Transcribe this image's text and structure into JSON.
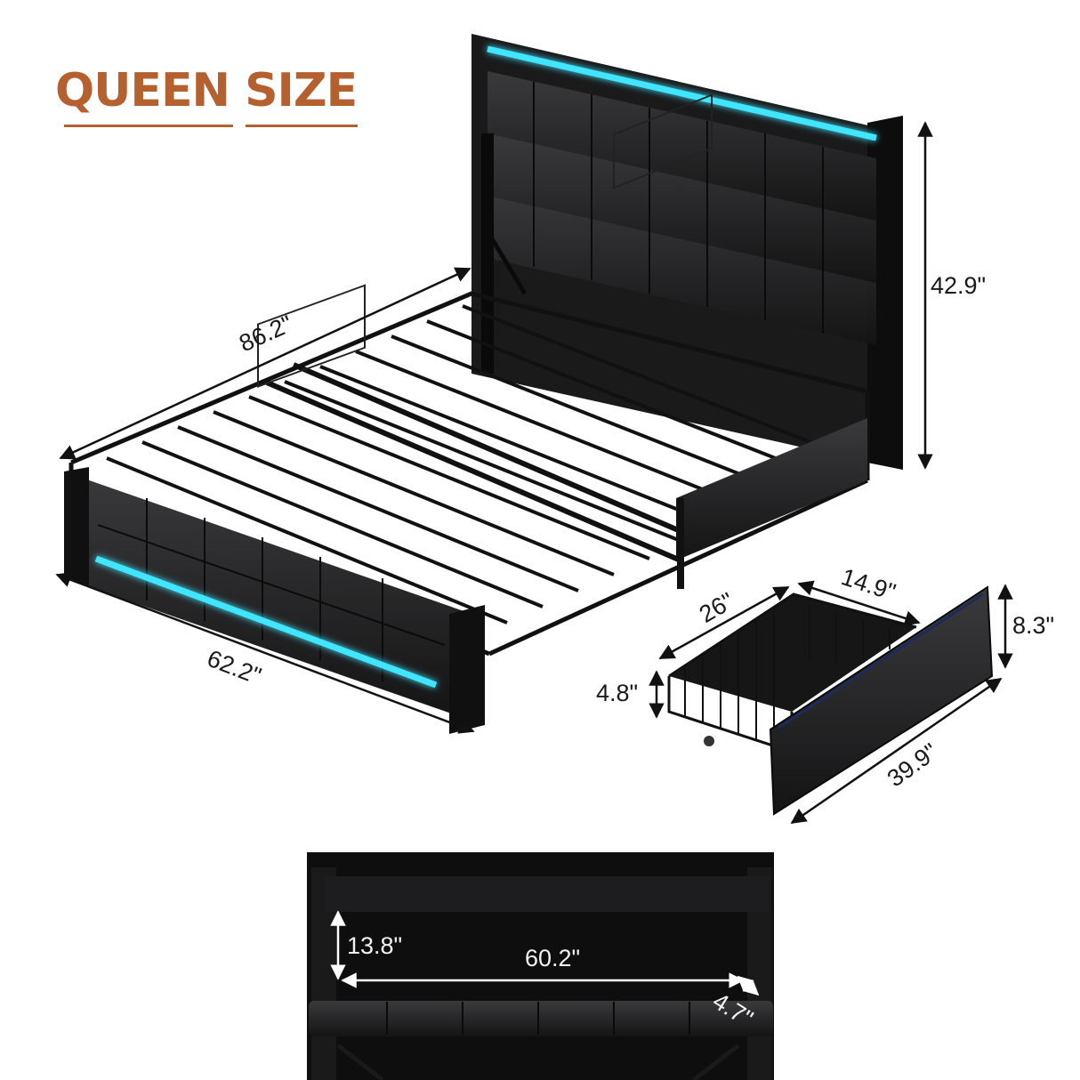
{
  "title": "QUEEN SIZE",
  "colors": {
    "title": "#b5602f",
    "led": "#3fe6ff",
    "upholstery": "#1c1c1e",
    "frame": "#111111",
    "dimension_line": "#111111"
  },
  "bed": {
    "dimensions": {
      "length": "86.2\"",
      "width": "62.2\"",
      "headboard_height": "42.9\""
    }
  },
  "drawer": {
    "dimensions": {
      "depth": "26\"",
      "basket_width": "14.9\"",
      "basket_height": "4.8\"",
      "front_height": "8.3\"",
      "front_length": "39.9\""
    }
  },
  "headboard_storage": {
    "dimensions": {
      "height": "13.8\"",
      "width": "60.2\"",
      "depth": "4.7\""
    }
  }
}
